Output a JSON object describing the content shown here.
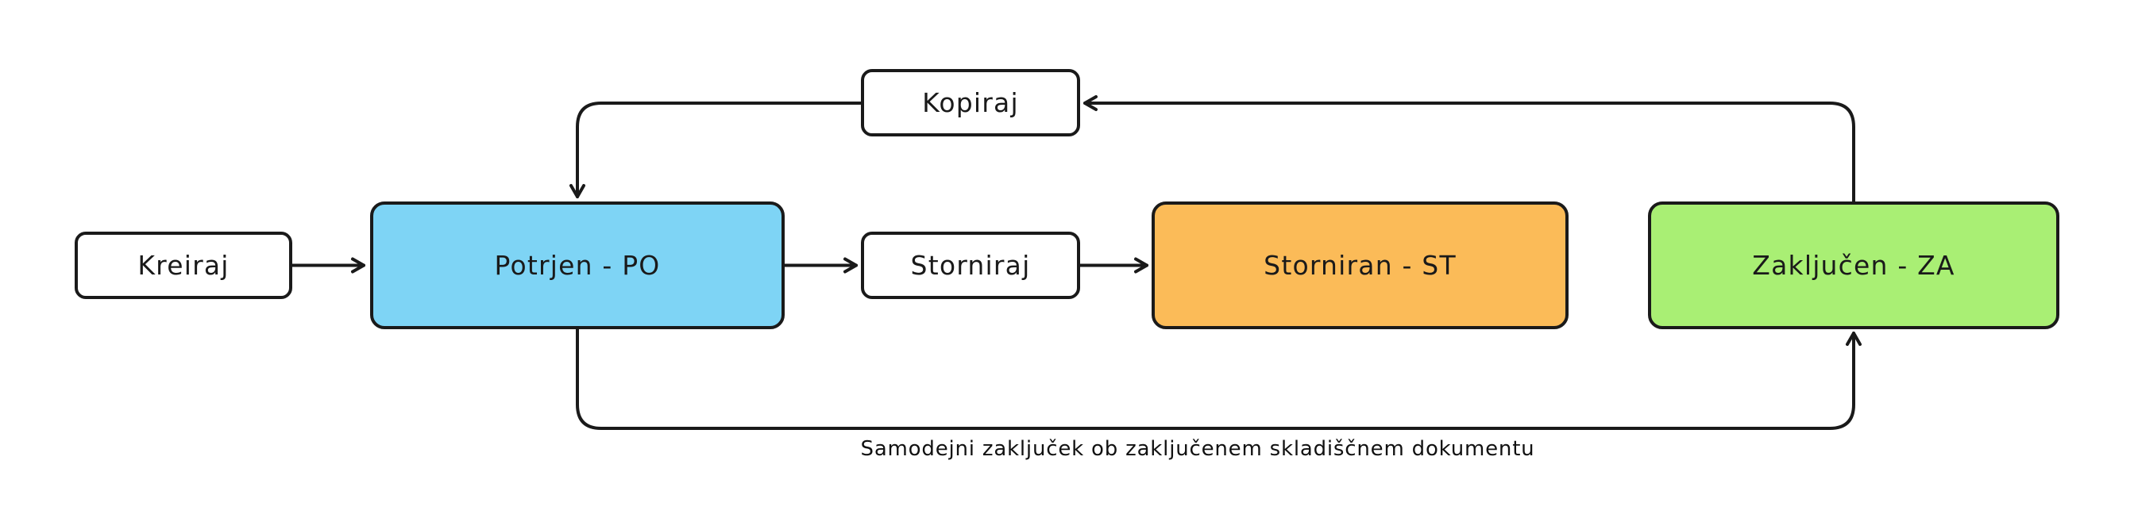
{
  "diagram": {
    "type": "state-flowchart",
    "background": "#ffffff",
    "stroke_color": "#1a1a1a",
    "text_color": "#1a1a1a",
    "caption": "Samodejni zaključek ob zaključenem skladiščnem dokumentu",
    "nodes": [
      {
        "id": "kreiraj",
        "label": "Kreiraj",
        "kind": "action",
        "fill": "#ffffff"
      },
      {
        "id": "potrjen",
        "label": "Potrjen - PO",
        "kind": "state",
        "fill": "#7ED4F5"
      },
      {
        "id": "kopiraj",
        "label": "Kopiraj",
        "kind": "action",
        "fill": "#ffffff"
      },
      {
        "id": "storniraj",
        "label": "Storniraj",
        "kind": "action",
        "fill": "#ffffff"
      },
      {
        "id": "storniran",
        "label": "Storniran - ST",
        "kind": "state",
        "fill": "#FBBB58"
      },
      {
        "id": "zakljucen",
        "label": "Zaključen - ZA",
        "kind": "state",
        "fill": "#A9EF74"
      }
    ],
    "edges": [
      {
        "from": "kreiraj",
        "to": "potrjen",
        "label": ""
      },
      {
        "from": "potrjen",
        "to": "storniraj",
        "label": ""
      },
      {
        "from": "storniraj",
        "to": "storniran",
        "label": ""
      },
      {
        "from": "zakljucen",
        "to": "kopiraj",
        "label": ""
      },
      {
        "from": "kopiraj",
        "to": "potrjen",
        "label": ""
      },
      {
        "from": "potrjen",
        "to": "zakljucen",
        "label": "Samodejni zaključek ob zaključenem skladiščnem dokumentu"
      }
    ]
  }
}
